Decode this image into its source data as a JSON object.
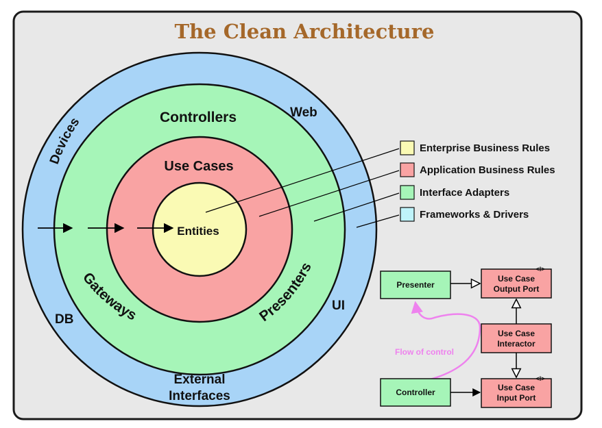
{
  "title": "The Clean Architecture",
  "circles": {
    "outer_top_left": "Devices",
    "outer_top_right": "Web",
    "outer_bottom_left": "DB",
    "outer_bottom_right": "UI",
    "outer_bottom_line1": "External",
    "outer_bottom_line2": "Interfaces",
    "green_top": "Controllers",
    "green_left": "Gateways",
    "green_right": "Presenters",
    "red_top": "Use Cases",
    "core": "Entities"
  },
  "legend": [
    {
      "label": "Enterprise Business Rules",
      "color": "#fafab4"
    },
    {
      "label": "Application Business Rules",
      "color": "#f9a3a3"
    },
    {
      "label": "Interface Adapters",
      "color": "#a6f5b8"
    },
    {
      "label": "Frameworks & Drivers",
      "color": "#bff3fa"
    }
  ],
  "flow": {
    "presenter": "Presenter",
    "output_port_line1": "Use Case",
    "output_port_line2": "Output Port",
    "interactor_line1": "Use Case",
    "interactor_line2": "Interactor",
    "controller": "Controller",
    "input_port_line1": "Use Case",
    "input_port_line2": "Input Port",
    "interface_marker": "<I>",
    "flow_label": "Flow of control"
  },
  "colors": {
    "background": "#e8e8e8",
    "blue": "#a8d4f7",
    "green": "#a6f5b8",
    "red": "#f9a3a3",
    "yellow": "#fafab4",
    "title": "#a5682a",
    "flow": "#ee82ee"
  }
}
